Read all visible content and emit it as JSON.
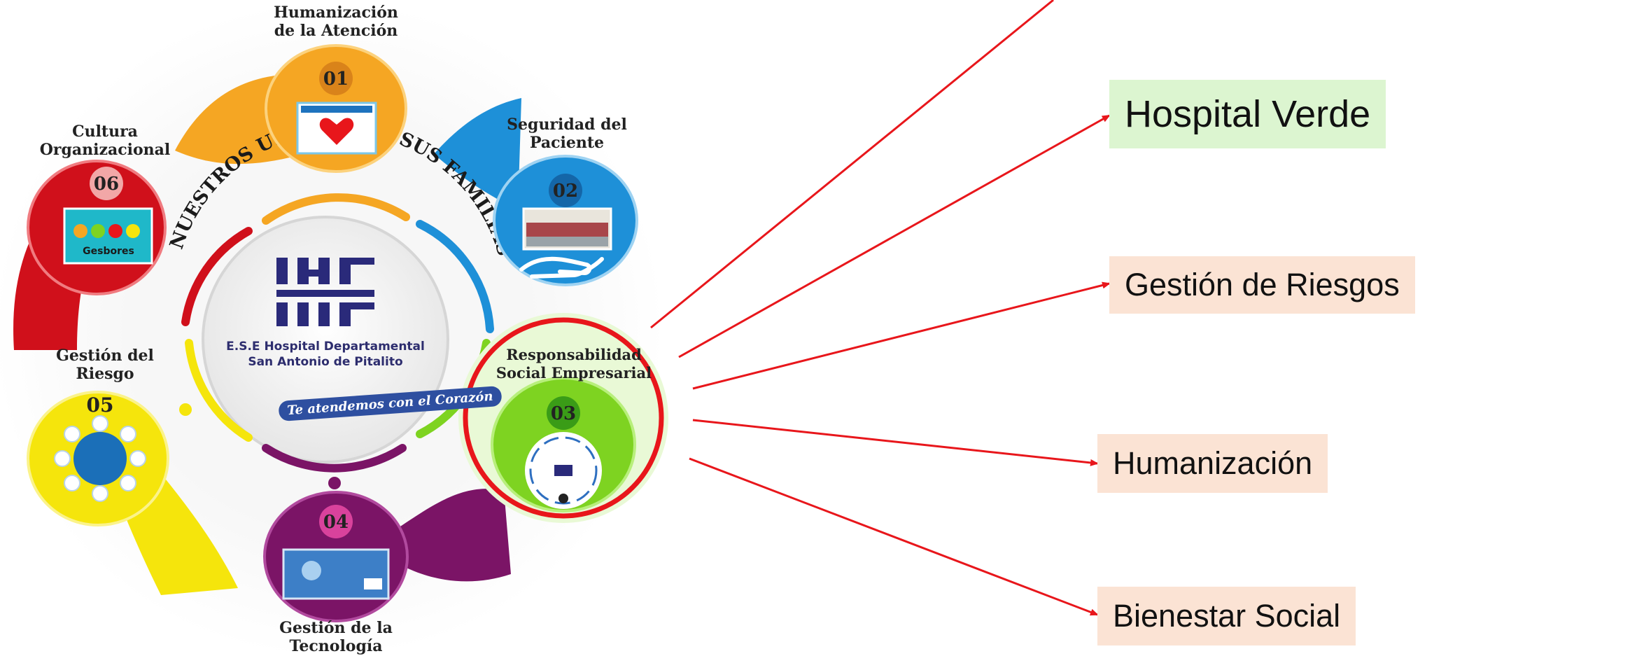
{
  "hub": {
    "arc_text": "NUESTROS USUARIOS Y SUS FAMILIAS",
    "logo_text": "IHF",
    "org_line1": "E.S.E Hospital Departamental",
    "org_line2": "San Antonio de Pitalito",
    "slogan": "Te atendemos con el Corazón"
  },
  "petals": [
    {
      "number": "01",
      "line1": "Humanización",
      "line2": "de la Atención",
      "color": "#f5a623"
    },
    {
      "number": "02",
      "line1": "Seguridad del",
      "line2": "Paciente",
      "color": "#1e90d8"
    },
    {
      "number": "03",
      "line1": "Responsabilidad",
      "line2": "Social Empresarial",
      "color": "#7ed321"
    },
    {
      "number": "04",
      "line1": "Gestión de la",
      "line2": "Tecnología",
      "color": "#7b1466"
    },
    {
      "number": "05",
      "line1": "Gestión del",
      "line2": "Riesgo",
      "color": "#f5e50c"
    },
    {
      "number": "06",
      "line1": "Cultura",
      "line2": "Organizacional",
      "color": "#d0101b"
    }
  ],
  "thumbnails": {
    "p06_caption": "Gesbores"
  },
  "branches": [
    {
      "label": "Hospital Verde",
      "style": "green"
    },
    {
      "label": "Gestión de Riesgos",
      "style": "peach"
    },
    {
      "label": "Humanización",
      "style": "peach"
    },
    {
      "label": "Bienestar Social",
      "style": "peach"
    }
  ],
  "colors": {
    "arrow": "#e8161b",
    "highlight_ring": "#e8161b",
    "box_green": "#dcf5d0",
    "box_peach": "#fbe3d4"
  }
}
